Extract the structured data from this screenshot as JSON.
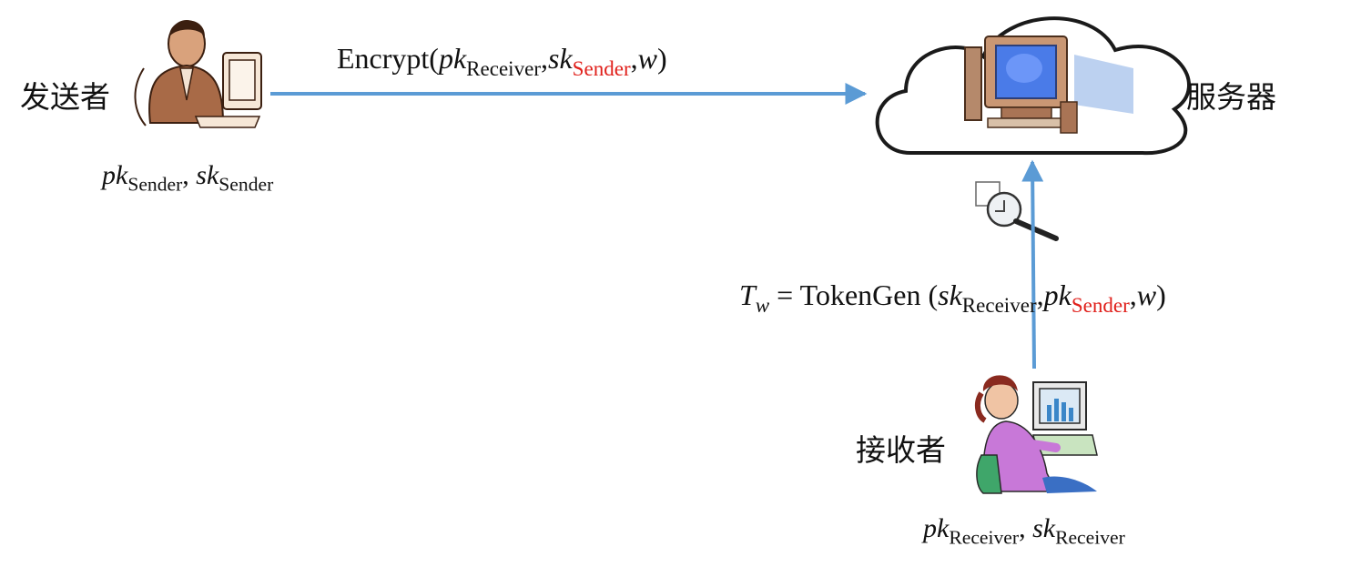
{
  "sender": {
    "label": "发送者",
    "keys": {
      "pk": "pk",
      "sk": "sk",
      "sub": "Sender",
      "sep": ", "
    }
  },
  "server": {
    "label": "服务器"
  },
  "receiver": {
    "label": "接收者",
    "keys": {
      "pk": "pk",
      "sk": "sk",
      "sub": "Receiver",
      "sep": ", "
    }
  },
  "encrypt": {
    "fn": "Encrypt(",
    "pk": "pk",
    "pk_sub": "Receiver",
    "sk": "sk",
    "sk_sub": "Sender",
    "w": "w",
    "comma": ",",
    "close": ")"
  },
  "token": {
    "lhs": "T",
    "lhs_sub": "w",
    "eq": " = ",
    "fn": "TokenGen (",
    "sk": "sk",
    "sk_sub": "Receiver",
    "pk": "pk",
    "pk_sub": "Sender",
    "w": "w",
    "comma": ",",
    "close": ")"
  },
  "colors": {
    "arrow": "#5b9bd5",
    "highlight": "#e0201b"
  }
}
